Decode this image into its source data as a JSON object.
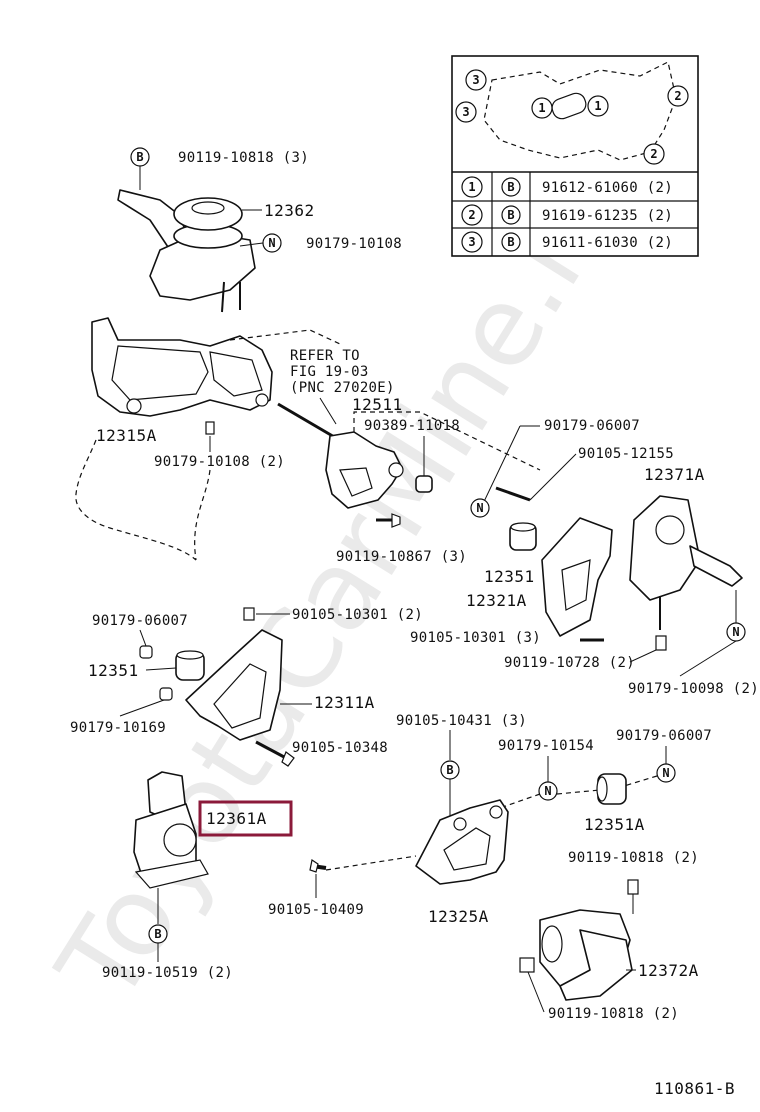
{
  "watermark": "ToyotaCarMine.ru",
  "diagram_code": "110861-B",
  "highlight_color": "#8b1a3a",
  "legend": {
    "rows": [
      {
        "num": "1",
        "letter": "B",
        "part": "91612-61060 (2)"
      },
      {
        "num": "2",
        "letter": "B",
        "part": "91619-61235 (2)"
      },
      {
        "num": "3",
        "letter": "B",
        "part": "91611-61030 (2)"
      }
    ],
    "callouts": [
      "3",
      "3",
      "1",
      "1",
      "2",
      "2"
    ]
  },
  "refer": {
    "line1": "REFER TO",
    "line2": "FIG 19-03",
    "line3": "(PNC 27020E)"
  },
  "labels": {
    "l1": "90119-10818 (3)",
    "l2": "12362",
    "l3": "90179-10108",
    "l4": "12315A",
    "l5": "90179-10108 (2)",
    "l6": "12511",
    "l7": "90389-11018",
    "l8": "90119-10867 (3)",
    "l9": "90179-06007",
    "l10": "90105-12155",
    "l11": "12371A",
    "l12": "12351",
    "l13": "12321A",
    "l14": "90105-10301 (3)",
    "l15": "90119-10728 (2)",
    "l16": "90179-10098 (2)",
    "l17": "90179-06007",
    "l18": "90105-10301 (2)",
    "l19": "12351",
    "l20": "12311A",
    "l21": "90179-10169",
    "l22": "90105-10348",
    "l23": "12361A",
    "l24": "90105-10431 (3)",
    "l25": "90179-10154",
    "l26": "90179-06007",
    "l27": "12351A",
    "l28": "90105-10409",
    "l29": "12325A",
    "l30": "90119-10818 (2)",
    "l31": "90119-10519 (2)",
    "l32": "12372A",
    "l33": "90119-10818 (2)"
  },
  "bubbles": {
    "b1": "B",
    "b2": "N",
    "b3": "N",
    "b4": "N",
    "b5": "B",
    "b6": "N",
    "b7": "N",
    "b8": "B"
  }
}
